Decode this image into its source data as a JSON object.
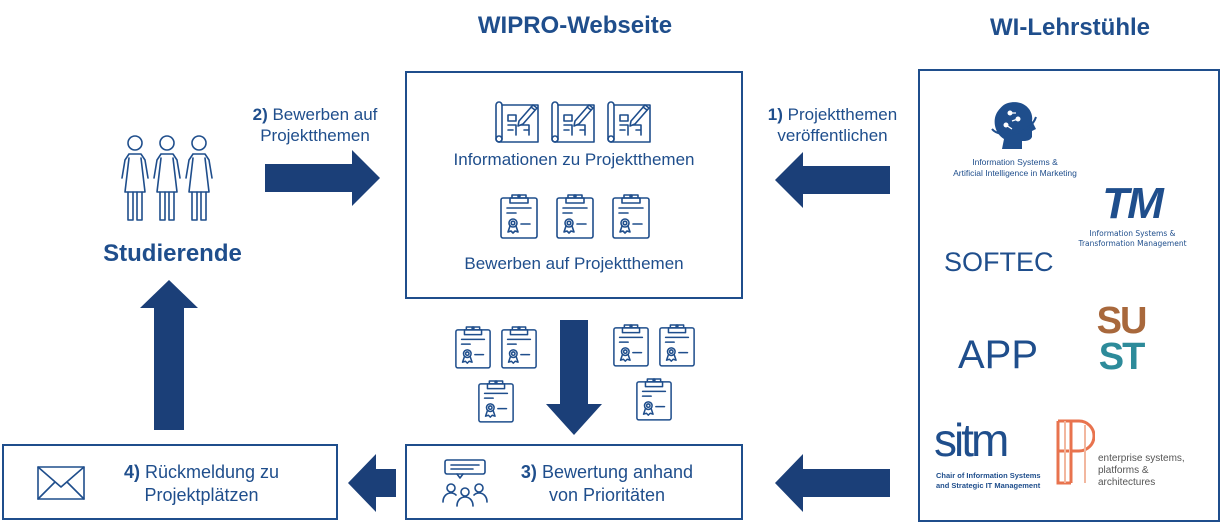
{
  "headers": {
    "wipro": "WIPRO-Webseite",
    "chairs": "WI-Lehrstühle"
  },
  "students": {
    "label": "Studierende"
  },
  "steps": {
    "step1": {
      "num": "1)",
      "text_line1": "Projektthemen",
      "text_line2": "veröffentlichen"
    },
    "step2": {
      "num": "2)",
      "text_line1": "Bewerben auf",
      "text_line2": "Projektthemen"
    },
    "step3": {
      "num": "3)",
      "text_line1": "Bewertung anhand",
      "text_line2": "von Prioritäten"
    },
    "step4": {
      "num": "4)",
      "text_line1": "Rückmeldung zu",
      "text_line2": "Projektplätzen"
    }
  },
  "website_box": {
    "info_label": "Informationen zu Projektthemen",
    "apply_label": "Bewerben auf Projektthemen"
  },
  "chairs": {
    "isaim_line1": "Information Systems &",
    "isaim_line2": "Artificial Intelligence in Marketing",
    "tm_logo": "TM",
    "tm_line1": "Information Systems &",
    "tm_line2": "Transformation Management",
    "softec": "SOFTEC",
    "app": "APP",
    "sust_line1": "SU",
    "sust_line2": "ST",
    "sitm_logo": "sitm",
    "sitm_line1": "Chair of Information Systems",
    "sitm_line2": "and Strategic IT Management",
    "esa_line1": "enterprise systems,",
    "esa_line2": "platforms &",
    "esa_line3": "architectures"
  },
  "colors": {
    "primary": "#1f4e8c",
    "arrow": "#1b3f78",
    "esa_orange": "#e8734e"
  }
}
